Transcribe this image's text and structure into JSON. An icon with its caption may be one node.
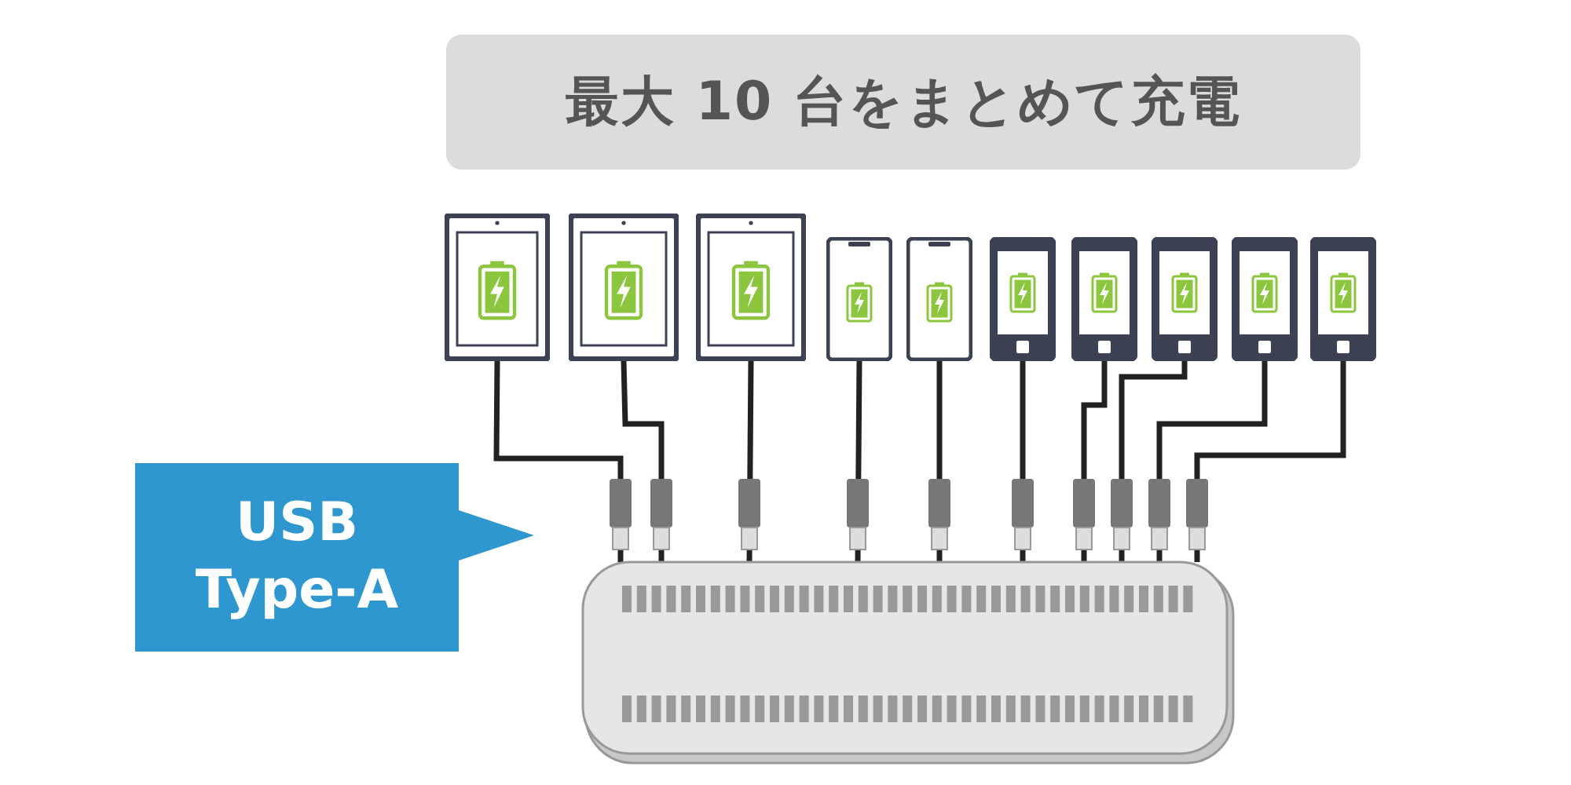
{
  "diagram": {
    "title": "最大 10 台をまとめて充電",
    "nodes": [
      {
        "text": [],
        "shape": "picture"
      },
      {
        "text": [],
        "shape": "picture"
      },
      {
        "text": [],
        "shape": "picture"
      },
      {
        "text": [],
        "shape": "picture"
      },
      {
        "text": [],
        "shape": "picture"
      },
      {
        "text": [],
        "shape": "picture"
      },
      {
        "text": [],
        "shape": "picture"
      },
      {
        "text": [],
        "shape": "picture"
      },
      {
        "text": [],
        "shape": "picture"
      },
      {
        "text": [],
        "shape": "picture"
      },
      {
        "text": [
          "USB Type-A"
        ]
      },
      {
        "text": [],
        "shape": "picture"
      }
    ],
    "edges": [
      {
        "from": 0,
        "to": 11,
        "arrow": "none"
      },
      {
        "from": 1,
        "to": 11,
        "arrow": "none"
      },
      {
        "from": 2,
        "to": 11,
        "arrow": "none"
      },
      {
        "from": 3,
        "to": 11,
        "arrow": "none"
      },
      {
        "from": 4,
        "to": 11,
        "arrow": "none"
      },
      {
        "from": 5,
        "to": 11,
        "arrow": "none"
      },
      {
        "from": 6,
        "to": 11,
        "arrow": "none"
      },
      {
        "from": 7,
        "to": 11,
        "arrow": "none"
      },
      {
        "from": 8,
        "to": 11,
        "arrow": "none"
      },
      {
        "from": 9,
        "to": 11,
        "arrow": "none"
      }
    ]
  }
}
